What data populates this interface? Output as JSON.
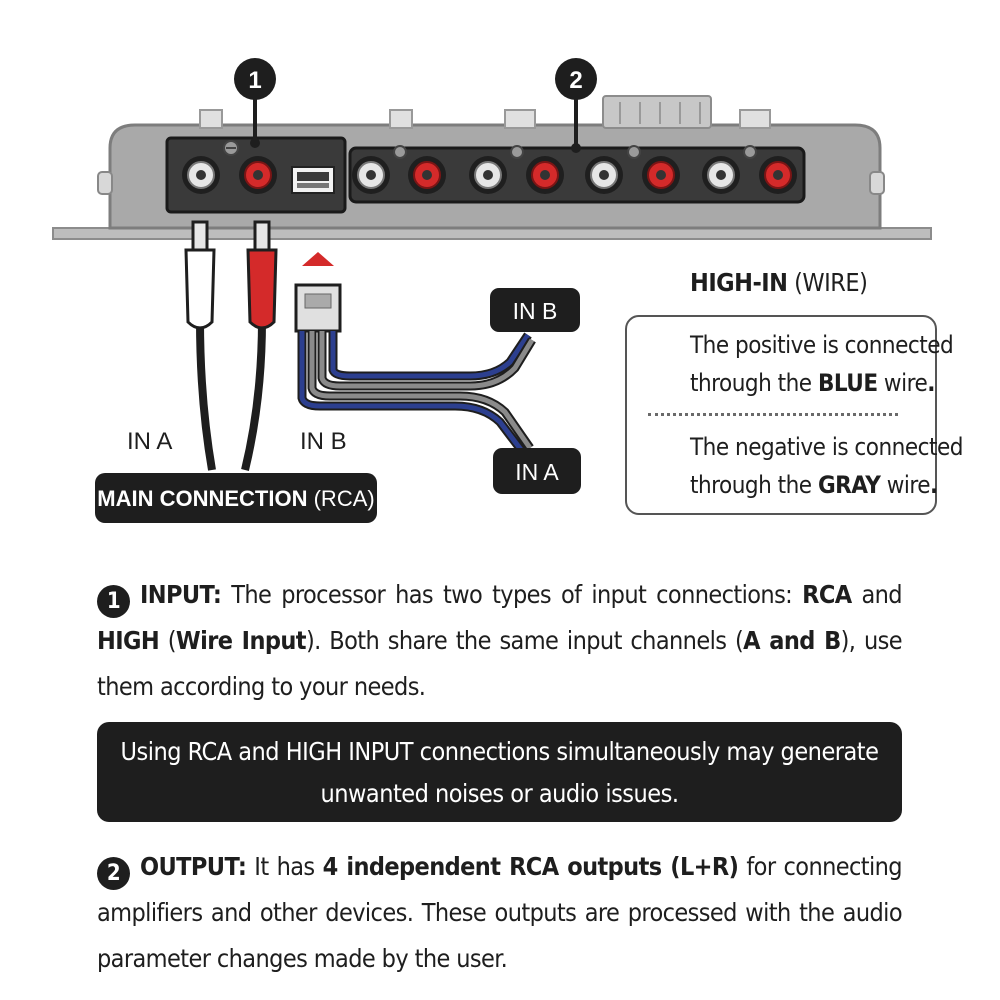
{
  "callouts": {
    "input": "1",
    "output": "2"
  },
  "diagram": {
    "rca_in_a": "IN A",
    "rca_in_b": "IN B",
    "main_connection": {
      "label": "MAIN CONNECTION",
      "suffix": "(RCA)"
    },
    "wire_in_b": "IN B",
    "wire_in_a": "IN A",
    "wire_colors": {
      "blue": "#2c3f8f",
      "gray": "#8a8a8a",
      "rca_red": "#d42a2a",
      "rca_white": "#ffffff"
    }
  },
  "high_in": {
    "title": "HIGH-IN",
    "title_suffix": "(WIRE)",
    "positive": {
      "line1": "The positive is connected",
      "line2_pre": "through the ",
      "line2_bold": "BLUE",
      "line2_post": " wire",
      "line2_end": "."
    },
    "negative": {
      "line1": "The negative is connected",
      "line2_pre": "through the ",
      "line2_bold": "GRAY",
      "line2_post": " wire",
      "line2_end": "."
    }
  },
  "input_text": {
    "label": "INPUT:",
    "t1": " The processor has two types of input connections: ",
    "b1": "RCA",
    "t2": " and ",
    "b2": "HIGH",
    "t3": " (",
    "b3": "Wire Input",
    "t4": "). Both share the same input channels (",
    "b4": "A and B",
    "t5": "), use them according to your needs."
  },
  "warning": {
    "line1": "Using RCA and HIGH INPUT connections simultaneously may generate",
    "line2": "unwanted noises or audio issues."
  },
  "output_text": {
    "label": "OUTPUT:",
    "t1": " It has ",
    "b1": "4 independent RCA outputs (L+R)",
    "t2": " for connecting amplifiers and other devices. These outputs are processed with the audio parameter changes made by the user."
  }
}
